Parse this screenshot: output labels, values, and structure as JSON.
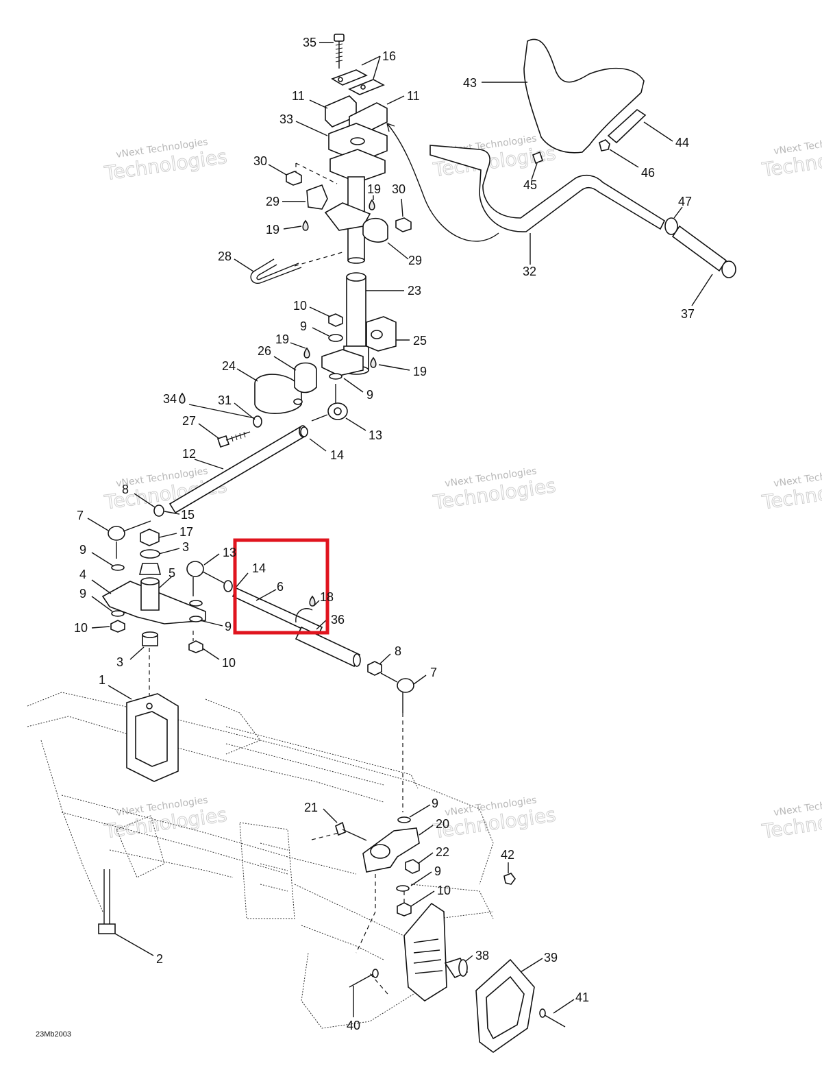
{
  "figure_id": "23Mb2003",
  "watermark": {
    "line1": "vNext Technologies",
    "line2": "Technologies"
  },
  "highlight_color": "#e0141e",
  "callouts": [
    {
      "id": "c35",
      "text": "35"
    },
    {
      "id": "c16",
      "text": "16"
    },
    {
      "id": "c11a",
      "text": "11"
    },
    {
      "id": "c11b",
      "text": "11"
    },
    {
      "id": "c33",
      "text": "33"
    },
    {
      "id": "c30a",
      "text": "30"
    },
    {
      "id": "c29a",
      "text": "29"
    },
    {
      "id": "c19a",
      "text": "19"
    },
    {
      "id": "c19b",
      "text": "19"
    },
    {
      "id": "c30b",
      "text": "30"
    },
    {
      "id": "c29b",
      "text": "29"
    },
    {
      "id": "c28",
      "text": "28"
    },
    {
      "id": "c23",
      "text": "23"
    },
    {
      "id": "c10a",
      "text": "10"
    },
    {
      "id": "c9a",
      "text": "9"
    },
    {
      "id": "c19c",
      "text": "19"
    },
    {
      "id": "c25",
      "text": "25"
    },
    {
      "id": "c26",
      "text": "26"
    },
    {
      "id": "c24",
      "text": "24"
    },
    {
      "id": "c19d",
      "text": "19"
    },
    {
      "id": "c9b",
      "text": "9"
    },
    {
      "id": "c34",
      "text": "34"
    },
    {
      "id": "c31",
      "text": "31"
    },
    {
      "id": "c27",
      "text": "27"
    },
    {
      "id": "c13a",
      "text": "13"
    },
    {
      "id": "c14a",
      "text": "14"
    },
    {
      "id": "c12",
      "text": "12"
    },
    {
      "id": "c8a",
      "text": "8"
    },
    {
      "id": "c15",
      "text": "15"
    },
    {
      "id": "c7a",
      "text": "7"
    },
    {
      "id": "c17",
      "text": "17"
    },
    {
      "id": "c9c",
      "text": "9"
    },
    {
      "id": "c3a",
      "text": "3"
    },
    {
      "id": "c13b",
      "text": "13"
    },
    {
      "id": "c14b",
      "text": "14"
    },
    {
      "id": "c6",
      "text": "6"
    },
    {
      "id": "c4",
      "text": "4"
    },
    {
      "id": "c5",
      "text": "5"
    },
    {
      "id": "c18",
      "text": "18"
    },
    {
      "id": "c9d",
      "text": "9"
    },
    {
      "id": "c36",
      "text": "36"
    },
    {
      "id": "c9e",
      "text": "9"
    },
    {
      "id": "c10b",
      "text": "10"
    },
    {
      "id": "c3b",
      "text": "3"
    },
    {
      "id": "c10c",
      "text": "10"
    },
    {
      "id": "c8b",
      "text": "8"
    },
    {
      "id": "c7b",
      "text": "7"
    },
    {
      "id": "c1",
      "text": "1"
    },
    {
      "id": "c43",
      "text": "43"
    },
    {
      "id": "c44",
      "text": "44"
    },
    {
      "id": "c45",
      "text": "45"
    },
    {
      "id": "c46",
      "text": "46"
    },
    {
      "id": "c47",
      "text": "47"
    },
    {
      "id": "c32",
      "text": "32"
    },
    {
      "id": "c37",
      "text": "37"
    },
    {
      "id": "c21",
      "text": "21"
    },
    {
      "id": "c9f",
      "text": "9"
    },
    {
      "id": "c20",
      "text": "20"
    },
    {
      "id": "c22",
      "text": "22"
    },
    {
      "id": "c9g",
      "text": "9"
    },
    {
      "id": "c42",
      "text": "42"
    },
    {
      "id": "c10d",
      "text": "10"
    },
    {
      "id": "c2",
      "text": "2"
    },
    {
      "id": "c38",
      "text": "38"
    },
    {
      "id": "c39",
      "text": "39"
    },
    {
      "id": "c40",
      "text": "40"
    },
    {
      "id": "c41",
      "text": "41"
    }
  ]
}
